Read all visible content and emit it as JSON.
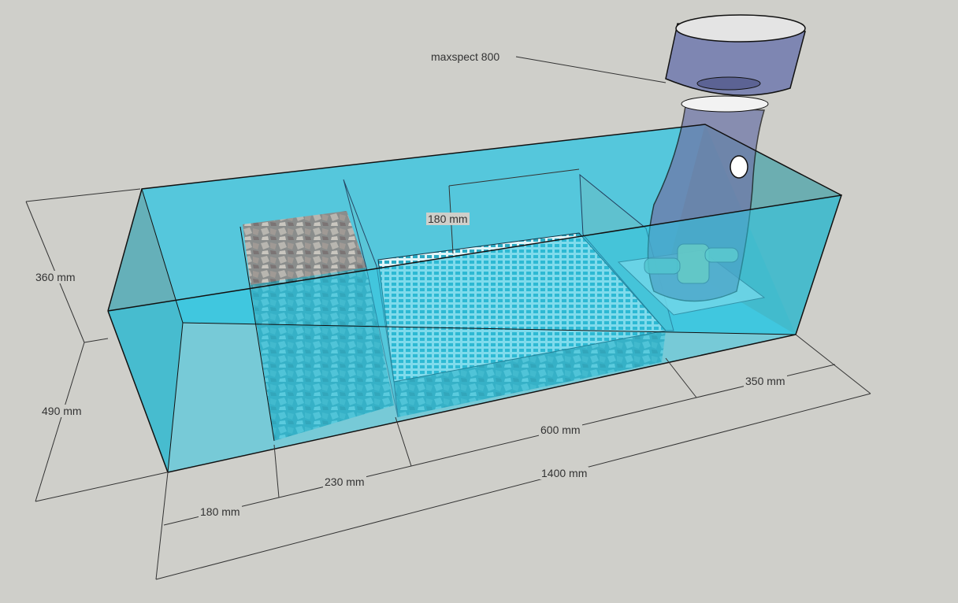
{
  "model": {
    "title": "Sump tank model",
    "skimmer_label": "maxspect 800",
    "dimensions": {
      "grid_height": "180 mm",
      "tank_height_upper": "360 mm",
      "tank_depth": "490 mm",
      "rock_chamber_1": "180 mm",
      "rock_chamber_2": "230 mm",
      "grid_chamber": "600 mm",
      "skimmer_chamber": "350 mm",
      "total_length": "1400 mm"
    },
    "colors": {
      "water": "#2fc6e2",
      "background": "#cfcfca",
      "skimmer": "#6f78a8"
    }
  }
}
